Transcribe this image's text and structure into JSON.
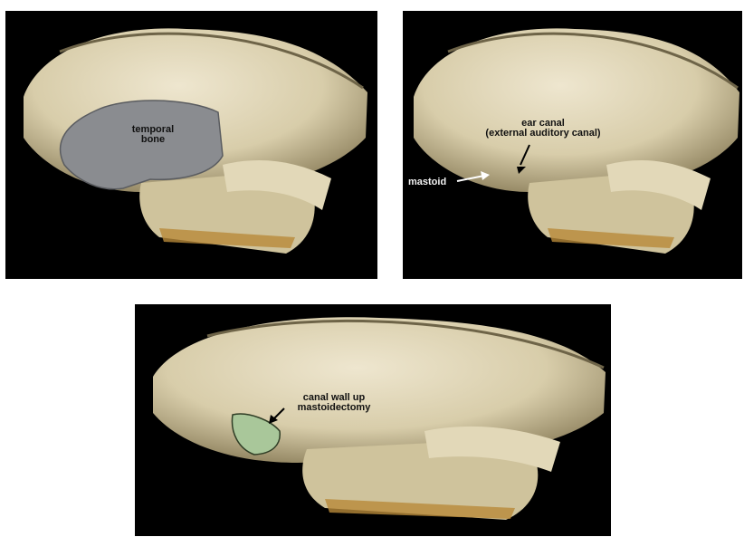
{
  "panels": [
    {
      "labels": {
        "temporal_bone": [
          "temporal",
          "bone"
        ]
      }
    },
    {
      "labels": {
        "ear_canal": [
          "ear canal",
          "(external auditory canal)"
        ],
        "mastoid": "mastoid"
      }
    },
    {
      "labels": {
        "mastoidectomy": [
          "canal wall up",
          "mastoidectomy"
        ]
      }
    }
  ],
  "colors": {
    "background": "#000000",
    "bone": "#ddd2b4",
    "temporal_overlay": "#8a8c90",
    "mastoidectomy_overlay": "#a9c79a"
  }
}
